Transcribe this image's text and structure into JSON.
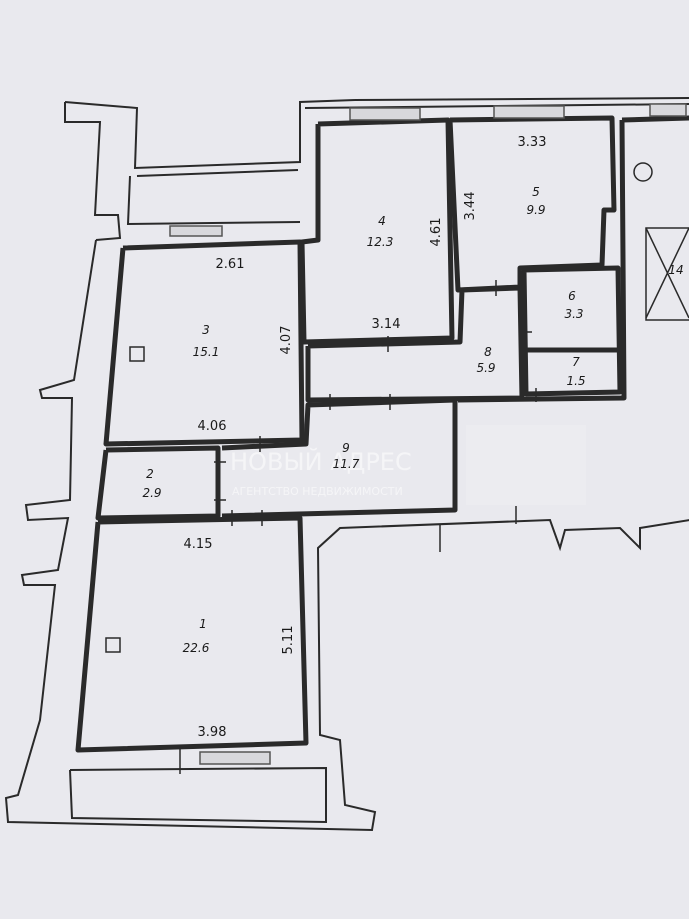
{
  "rooms": [
    {
      "number": "1",
      "area": "22.6"
    },
    {
      "number": "2",
      "area": "2.9"
    },
    {
      "number": "3",
      "area": "15.1"
    },
    {
      "number": "4",
      "area": "12.3"
    },
    {
      "number": "5",
      "area": "9.9"
    },
    {
      "number": "6",
      "area": "3.3"
    },
    {
      "number": "7",
      "area": "1.5"
    },
    {
      "number": "8",
      "area": "5.9"
    },
    {
      "number": "9",
      "area": "11.7"
    }
  ],
  "dimensions": [
    "4.15",
    "5.11",
    "3.98",
    "2.61",
    "4.07",
    "4.06",
    "4.61",
    "3.14",
    "3.33",
    "3.44"
  ],
  "watermark": {
    "brand": "НОВЫЙ АДРЕС",
    "subtitle": "АГЕНТСТВО НЕДВИЖИМОСТИ"
  },
  "neighbor_fragment": "14",
  "colors": {
    "background": "#e9e9ee",
    "wall": "#2a2a2a",
    "window": "#555555"
  }
}
